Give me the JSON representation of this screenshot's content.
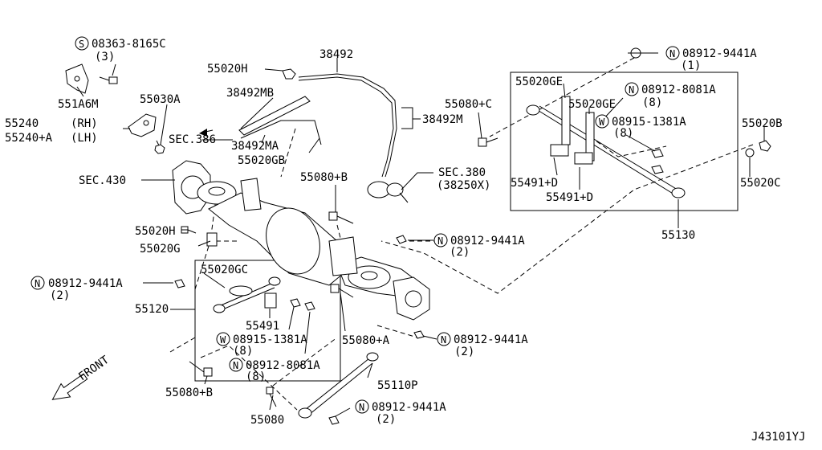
{
  "diagram_id": "J43101YJ",
  "front_label": "FRONT",
  "callouts": {
    "c1": {
      "prefix": "S",
      "num": "08363-8165C",
      "qty": "(3)"
    },
    "c2": {
      "prefix": "N",
      "num": "08912-9441A",
      "qty": "(1)"
    },
    "c3": {
      "prefix": "N",
      "num": "08912-8081A",
      "qty": "(8)"
    },
    "c4": {
      "prefix": "W",
      "num": "08915-1381A",
      "qty": "(8)"
    },
    "c5": {
      "prefix": "N",
      "num": "08912-9441A",
      "qty": "(2)"
    },
    "c6": {
      "prefix": "N",
      "num": "08912-9441A",
      "qty": "(2)"
    },
    "c7": {
      "prefix": "W",
      "num": "08915-1381A",
      "qty": "(8)"
    },
    "c8": {
      "prefix": "N",
      "num": "08912-8081A",
      "qty": "(8)"
    },
    "c9": {
      "prefix": "N",
      "num": "08912-9441A",
      "qty": "(2)"
    },
    "c10": {
      "prefix": "N",
      "num": "08912-9441A",
      "qty": "(2)"
    }
  },
  "labels": {
    "p551A6M": "551A6M",
    "p55240": "55240",
    "p55240_rh": "(RH)",
    "p55240A": "55240+A",
    "p55240A_lh": "(LH)",
    "p55030A": "55030A",
    "p55020H_top": "55020H",
    "p38492": "38492",
    "p38492MB": "38492MB",
    "p38492MA": "38492MA",
    "p55020GB": "55020GB",
    "p38492M": "38492M",
    "sec386": "SEC.386",
    "sec430": "SEC.430",
    "p55080B_top": "55080+B",
    "sec380": "SEC.380",
    "sec380_sub": "(38250X)",
    "p55080C": "55080+C",
    "p55020GE_1": "55020GE",
    "p55020GE_2": "55020GE",
    "p55491D_1": "55491+D",
    "p55491D_2": "55491+D",
    "p55020B": "55020B",
    "p55020C": "55020C",
    "p55130": "55130",
    "p55020H_mid": "55020H",
    "p55020G": "55020G",
    "p55020GC": "55020GC",
    "p55120": "55120",
    "p55491": "55491",
    "p55080A": "55080+A",
    "p55080B_bot": "55080+B",
    "p55110P": "55110P",
    "p55080": "55080"
  }
}
